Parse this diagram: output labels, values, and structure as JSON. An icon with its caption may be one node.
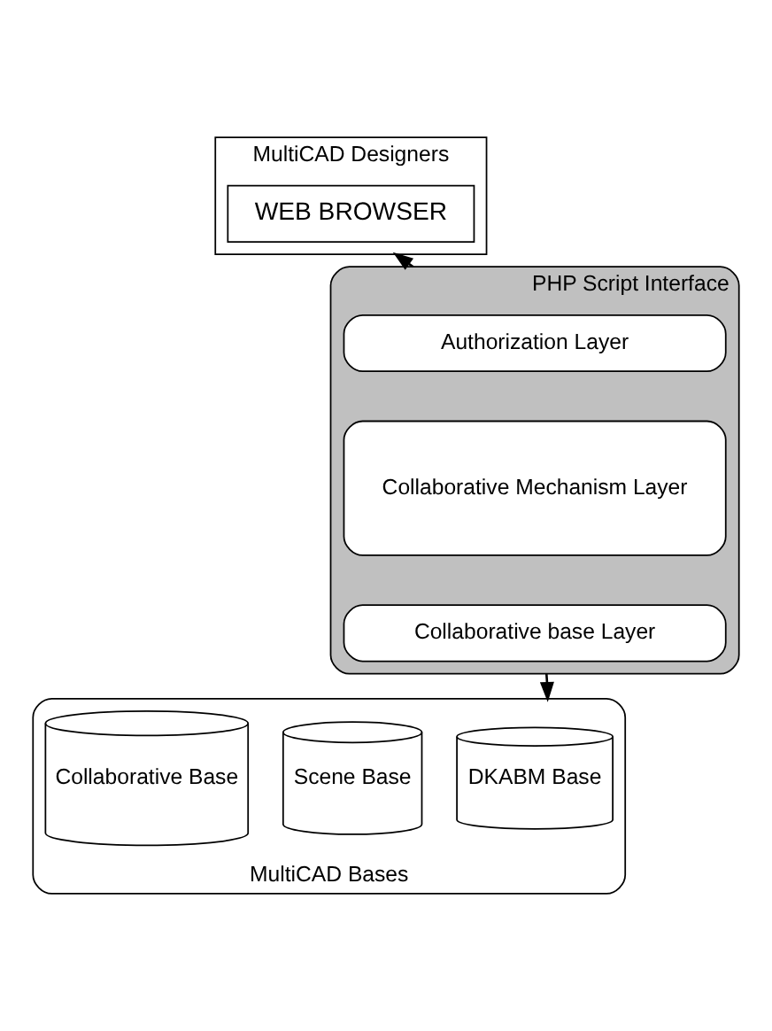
{
  "diagram": {
    "nodes": [
      {
        "text": [
          "MultiCAD Designers"
        ]
      },
      {
        "text": [
          "WEB BROWSER"
        ],
        "in": 0
      },
      {
        "text": [
          "PHP Script Interface"
        ]
      },
      {
        "text": [
          "Authorization Layer"
        ],
        "in": 2
      },
      {
        "text": [
          "Collaborative Mechanism Layer"
        ],
        "in": 2
      },
      {
        "text": [
          "Collaborative base Layer"
        ],
        "in": 2
      },
      {
        "text": [
          "MultiCAD Bases"
        ]
      },
      {
        "text": [
          "DKABM Base"
        ],
        "in": 6
      },
      {
        "text": [
          "Scene Base"
        ],
        "in": 6
      },
      {
        "text": [
          "Collaborative Base"
        ],
        "in": 6
      }
    ],
    "edges": [
      {
        "from": 2,
        "to": 0,
        "arrow": "to"
      },
      {
        "from": 2,
        "to": 6,
        "arrow": "to"
      }
    ]
  }
}
